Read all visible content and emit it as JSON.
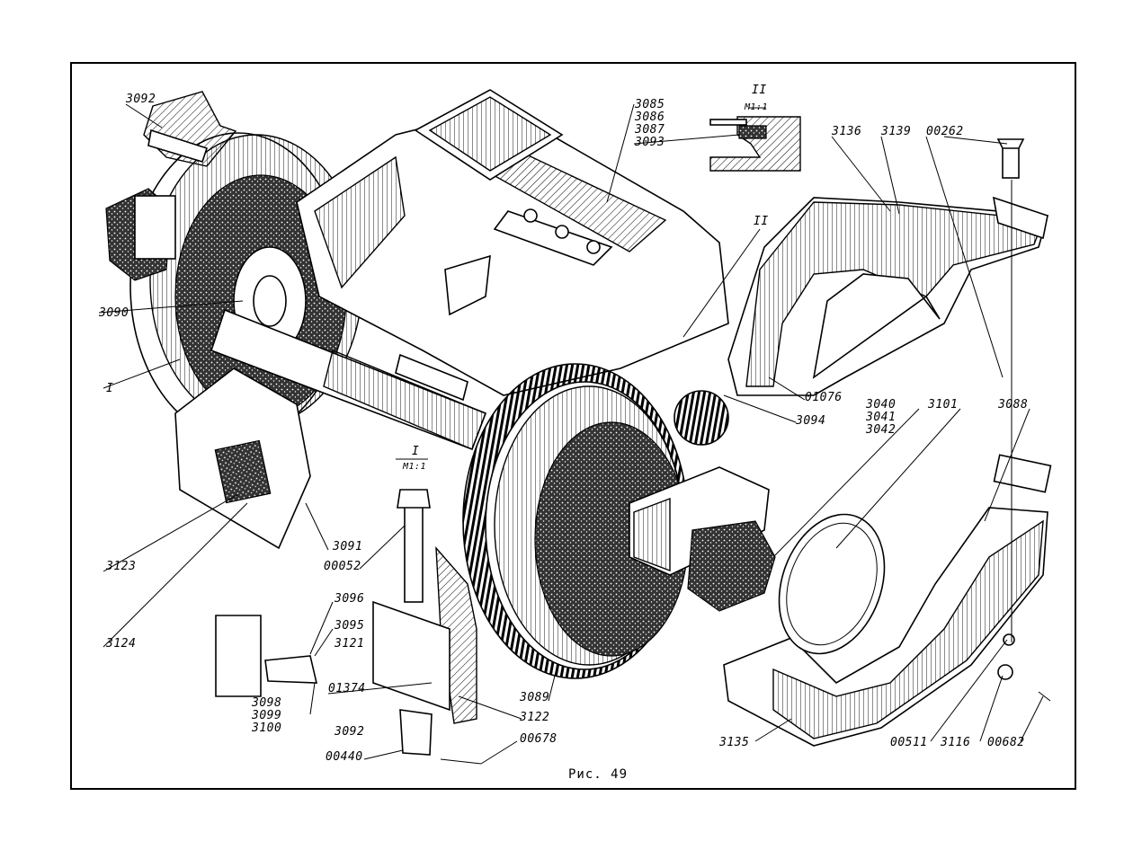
{
  "figure": {
    "caption": "Рис. 49"
  },
  "labels": {
    "l3092a": "3092",
    "l3085": "3085",
    "l3086": "3086",
    "l3087": "3087",
    "l3093": "3093",
    "sectionII": "II",
    "scaleII": "M1:1",
    "l3136": "3136",
    "l3139": "3139",
    "l00262": "00262",
    "leaderII": "II",
    "l3090": "3090",
    "leaderI": "I",
    "l01076": "01076",
    "l3094": "3094",
    "l3040": "3040",
    "l3041": "3041",
    "l3042": "3042",
    "l3101": "3101",
    "l3088": "3088",
    "sectionI": "I",
    "scaleI": "M1:1",
    "l3123": "3123",
    "l3091": "3091",
    "l00052": "00052",
    "l3124": "3124",
    "l3096": "3096",
    "l3095": "3095",
    "l3121": "3121",
    "l01374": "01374",
    "l3098": "3098",
    "l3099": "3099",
    "l3100": "3100",
    "l3092b": "3092",
    "l3122": "3122",
    "l00678": "00678",
    "l00440": "00440",
    "l3089": "3089",
    "l3135": "3135",
    "l00511": "00511",
    "l3116": "3116",
    "l00682": "00682"
  }
}
